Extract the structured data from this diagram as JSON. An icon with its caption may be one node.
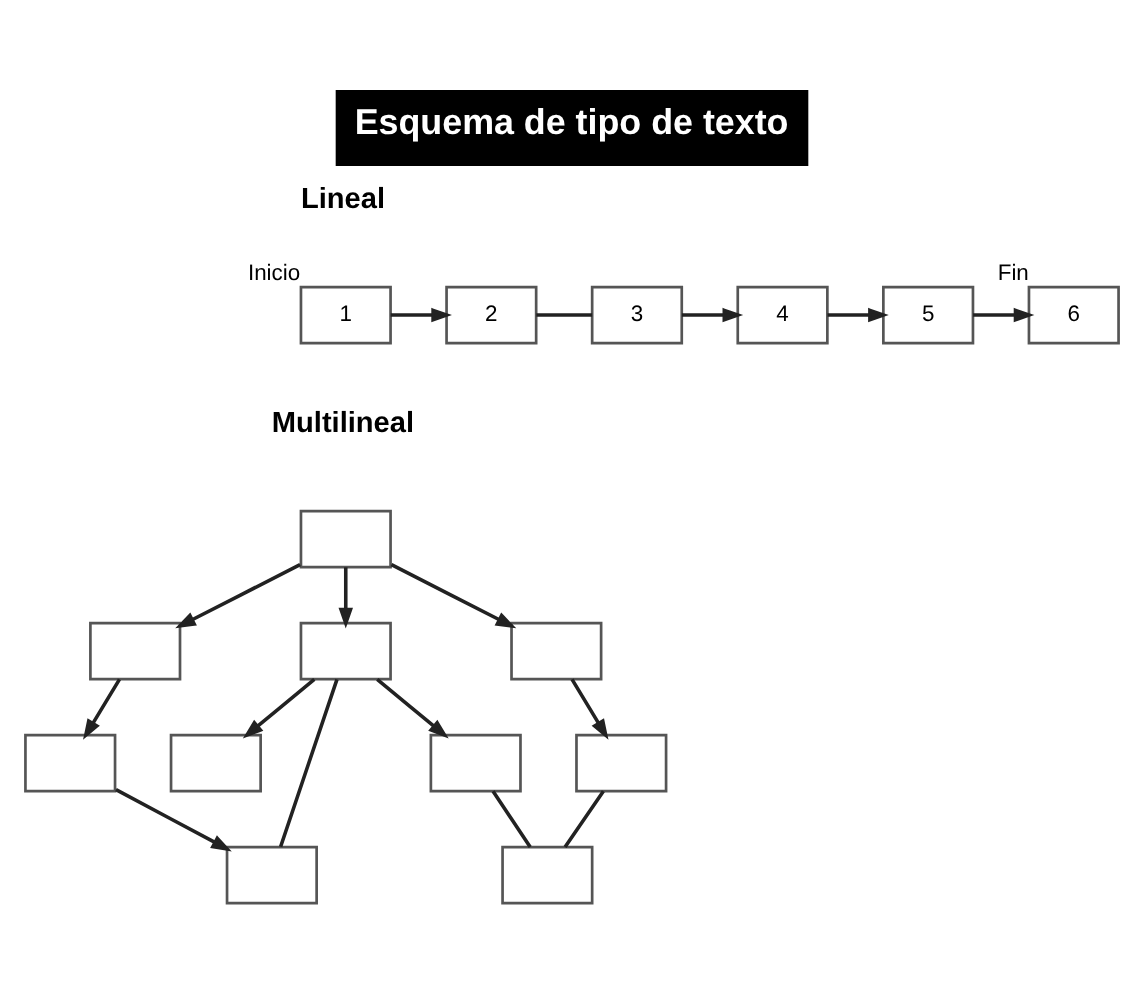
{
  "diagram": {
    "title": "Esquema de tipo de texto",
    "nodes": [
      {
        "text": [
          "1"
        ],
        "beside": [
          "Inicio"
        ]
      },
      {
        "text": [
          "2"
        ]
      },
      {
        "text": [
          "3"
        ]
      },
      {
        "text": [
          "4"
        ]
      },
      {
        "text": [
          "5"
        ]
      },
      {
        "text": [
          "6"
        ],
        "beside": [
          "Fin"
        ]
      },
      {
        "text": [],
        "shape": "box"
      },
      {
        "text": [],
        "shape": "box"
      },
      {
        "text": [],
        "shape": "box"
      },
      {
        "text": [],
        "shape": "box"
      },
      {
        "text": [],
        "shape": "box"
      },
      {
        "text": [],
        "shape": "box"
      },
      {
        "text": [],
        "shape": "box"
      },
      {
        "text": [],
        "shape": "box"
      },
      {
        "text": [],
        "shape": "box"
      },
      {
        "text": [],
        "shape": "box"
      }
    ],
    "edges": [
      {
        "from": 0,
        "to": 1,
        "arrow": "to"
      },
      {
        "from": 1,
        "to": 2,
        "arrow": "none"
      },
      {
        "from": 2,
        "to": 3,
        "arrow": "to"
      },
      {
        "from": 3,
        "to": 4,
        "arrow": "to"
      },
      {
        "from": 4,
        "to": 5,
        "arrow": "to"
      },
      {
        "from": 6,
        "to": 7,
        "arrow": "to"
      },
      {
        "from": 6,
        "to": 8,
        "arrow": "to"
      },
      {
        "from": 6,
        "to": 9,
        "arrow": "to"
      },
      {
        "from": 7,
        "to": 14,
        "arrow": "to"
      },
      {
        "from": 8,
        "to": 10,
        "arrow": "to"
      },
      {
        "from": 8,
        "to": 11,
        "arrow": "none"
      },
      {
        "from": 8,
        "to": 12,
        "arrow": "to"
      },
      {
        "from": 9,
        "to": 13,
        "arrow": "to"
      },
      {
        "from": 14,
        "to": 11,
        "arrow": "to"
      },
      {
        "from": 12,
        "to": 15,
        "arrow": "none"
      },
      {
        "from": 13,
        "to": 15,
        "arrow": "none"
      }
    ],
    "labels": [
      "Lineal",
      "Multilineal"
    ]
  }
}
